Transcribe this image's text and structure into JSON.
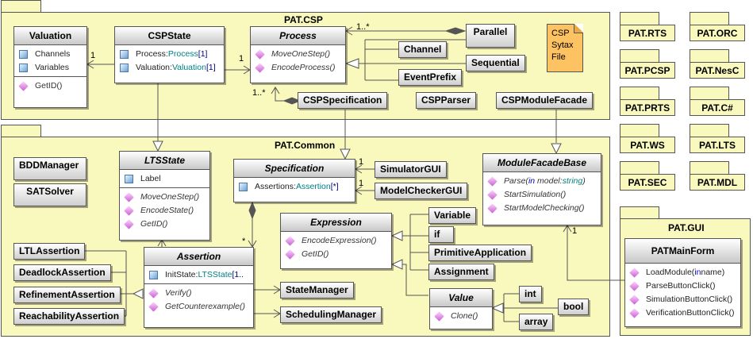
{
  "packages": {
    "csp": {
      "title": "PAT.CSP"
    },
    "common": {
      "title": "PAT.Common"
    },
    "gui": {
      "title": "PAT.GUI"
    },
    "mini": [
      "PAT.RTS",
      "PAT.ORC",
      "PAT.PCSP",
      "PAT.NesC",
      "PAT.PRTS",
      "PAT.C#",
      "PAT.WS",
      "PAT.LTS",
      "PAT.SEC",
      "PAT.MDL"
    ]
  },
  "classes": {
    "valuation": {
      "name": "Valuation",
      "attrs": [
        "Channels",
        "Variables"
      ],
      "ops": [
        "GetID()"
      ]
    },
    "cspstate": {
      "name": "CSPState",
      "attrs": [
        {
          "name": "Process:",
          "type": "Process",
          "mult": "[1]"
        },
        {
          "name": "Valuation:",
          "type": "Valuation",
          "mult": "[1]"
        }
      ]
    },
    "process": {
      "name": "Process",
      "ops": [
        "MoveOneStep()",
        "EncodeProcess()"
      ]
    },
    "ltsstate": {
      "name": "LTSState",
      "attrs": [
        "Label"
      ],
      "ops": [
        "MoveOneStep()",
        "EncodeState()",
        "GetID()"
      ]
    },
    "specification": {
      "name": "Specification",
      "attrs": [
        {
          "name": "Assertions:",
          "type": "Assertion",
          "mult": "[*]"
        }
      ]
    },
    "modulefacadebase": {
      "name": "ModuleFacadeBase",
      "ops": [
        {
          "name": "Parse(",
          "kw": "in",
          "arg": " model:",
          "type": "string",
          "close": ")"
        },
        "StartSimulation()",
        "StartModelChecking()"
      ]
    },
    "expression": {
      "name": "Expression",
      "ops": [
        "EncodeExpression()",
        "GetID()"
      ]
    },
    "assertion": {
      "name": "Assertion",
      "attrs": [
        {
          "name": "InitState:",
          "type": "LTSState",
          "mult": "[1.."
        }
      ],
      "ops": [
        "Verify()",
        "GetCounterexample()"
      ]
    },
    "value": {
      "name": "Value",
      "ops": [
        "Clone()"
      ]
    },
    "patmainform": {
      "name": "PATMainForm",
      "ops": [
        {
          "name": "LoadModule(",
          "kw": "in",
          "arg": " name)"
        },
        "ParseButtonClick()",
        "SimulationButtonClick()",
        "VerificationButtonClick()"
      ]
    }
  },
  "small_classes": {
    "parallel": "Parallel",
    "channel": "Channel",
    "sequential": "Sequential",
    "eventprefix": "EventPrefix",
    "cspspecification": "CSPSpecification",
    "cspparser": "CSPParser",
    "cspmodulefacade": "CSPModuleFacade",
    "bddmanager": "BDDManager",
    "satsolver": "SATSolver",
    "simulatorgui": "SimulatorGUI",
    "modelcheckergui": "ModelCheckerGUI",
    "variable": "Variable",
    "if": "if",
    "primitiveapplication": "PrimitiveApplication",
    "assignment": "Assignment",
    "ltlassertion": "LTLAssertion",
    "deadlockassertion": "DeadlockAssertion",
    "refinementassertion": "RefinementAssertion",
    "reachabilityassertion": "ReachabilityAssertion",
    "statemanager": "StateManager",
    "schedulingmanager": "SchedulingManager",
    "int": "int",
    "bool": "bool",
    "array": "array"
  },
  "note": {
    "lines": [
      "CSP",
      "Sytax",
      "File"
    ]
  },
  "multiplicities": {
    "valuation_assoc": "1",
    "process_assoc": "1",
    "parallel_process": "1..*",
    "cspspec_process": "1..*",
    "simulator_spec": "1",
    "modelchecker_spec": "1",
    "spec_assertion": "*",
    "gui_facade": "1"
  }
}
